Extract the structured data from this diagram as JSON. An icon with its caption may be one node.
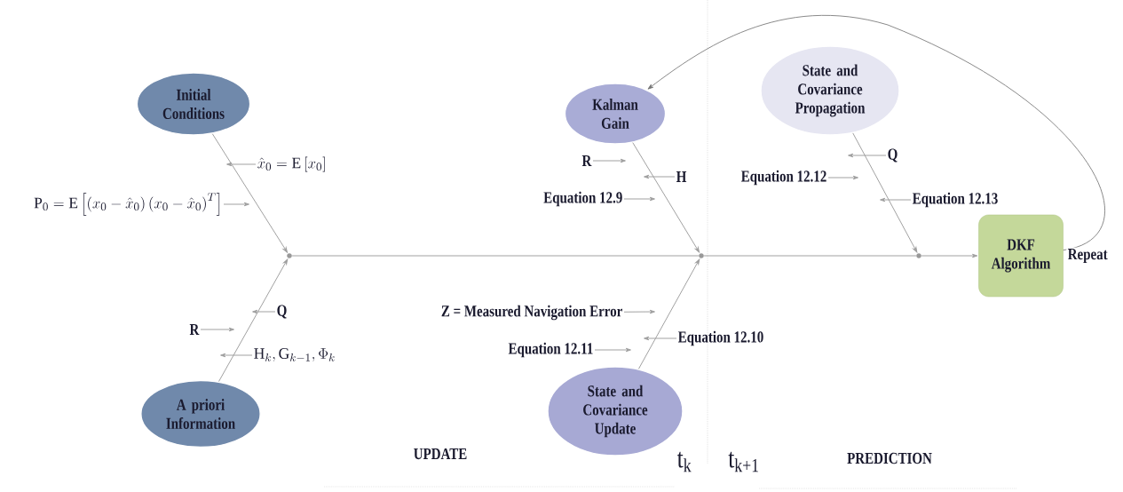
{
  "diagram": {
    "nodes": [
      {
        "text": [
          "Initial Conditions"
        ]
      },
      {
        "text": [
          "A priori Information"
        ]
      },
      {
        "text": [
          "Kalman Gain"
        ]
      },
      {
        "text": [
          "State and Covariance Update"
        ]
      },
      {
        "text": [
          "State and Covariance Propagation"
        ]
      },
      {
        "text": [
          "DKF Algorithm"
        ]
      },
      {
        "text": [],
        "shape": "circle"
      },
      {
        "text": [],
        "shape": "circle"
      },
      {
        "text": [],
        "shape": "circle"
      },
      {
        "text": [
          "\\hat{x}_0 = \\mathrm{E}\\left[x_0\\right]"
        ]
      },
      {
        "text": [
          "\\mathrm{P}_0 = \\mathrm{E}\\left[\\left(x_0 - \\hat{x}_0\\right)\\left(x_0 - \\hat{x}_0\\right)^T\\right]"
        ]
      },
      {
        "text": [
          "Q"
        ]
      },
      {
        "text": [
          "R"
        ]
      },
      {
        "text": [
          "\\mathrm{H}_k,\\mathrm{G}_{k-1},\\Phi_k"
        ]
      },
      {
        "text": [
          "R"
        ]
      },
      {
        "text": [
          "H"
        ]
      },
      {
        "text": [
          "Equation 12.9"
        ]
      },
      {
        "text": [
          "Z = Measured Navigation Error"
        ]
      },
      {
        "text": [
          "Equation 12.10"
        ]
      },
      {
        "text": [
          "Equation 12.11"
        ]
      },
      {
        "text": [
          "Q"
        ]
      },
      {
        "text": [
          "Equation 12.12"
        ]
      },
      {
        "text": [
          "Equation 12.13"
        ]
      }
    ],
    "edges": [
      {
        "from": 0,
        "to": 6,
        "arrow": "to"
      },
      {
        "from": 1,
        "to": 6,
        "arrow": "to"
      },
      {
        "from": 6,
        "to": 7,
        "arrow": "none"
      },
      {
        "from": 2,
        "to": 7,
        "arrow": "to"
      },
      {
        "from": 3,
        "to": 7,
        "arrow": "to"
      },
      {
        "from": 7,
        "to": 8,
        "arrow": "none"
      },
      {
        "from": 4,
        "to": 8,
        "arrow": "to"
      },
      {
        "from": 8,
        "to": 5,
        "arrow": "to"
      },
      {
        "from": 5,
        "to": 2,
        "arrow": "to",
        "label": "Repeat"
      },
      {
        "from": 9,
        "to": null,
        "arrow": "to"
      },
      {
        "from": 10,
        "to": null,
        "arrow": "to"
      },
      {
        "from": 11,
        "to": null,
        "arrow": "to"
      },
      {
        "from": 12,
        "to": null,
        "arrow": "to"
      },
      {
        "from": 13,
        "to": null,
        "arrow": "to"
      },
      {
        "from": 14,
        "to": null,
        "arrow": "to"
      },
      {
        "from": 15,
        "to": null,
        "arrow": "to"
      },
      {
        "from": 16,
        "to": null,
        "arrow": "to"
      },
      {
        "from": 17,
        "to": null,
        "arrow": "to"
      },
      {
        "from": 18,
        "to": null,
        "arrow": "to"
      },
      {
        "from": 19,
        "to": null,
        "arrow": "to"
      },
      {
        "from": 20,
        "to": null,
        "arrow": "to"
      },
      {
        "from": 21,
        "to": null,
        "arrow": "to"
      },
      {
        "from": 22,
        "to": null,
        "arrow": "to"
      }
    ],
    "labels": [
      "UPDATE",
      "t$_{k}$",
      "t$_{k+1}$",
      "PREDICTION"
    ]
  }
}
